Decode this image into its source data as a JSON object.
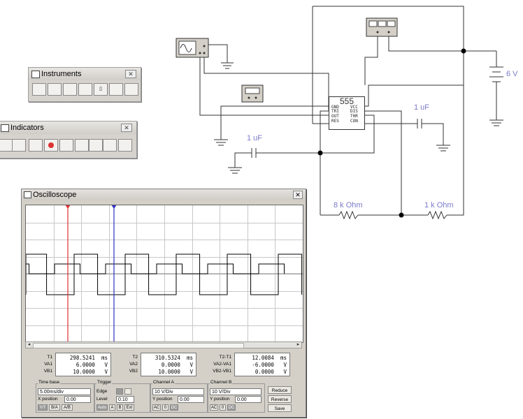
{
  "instruments_toolbar": {
    "title": "Instruments"
  },
  "indicators_toolbar": {
    "title": "Indicators"
  },
  "circuit": {
    "ic_label": "555",
    "ic_pins_left": [
      "GND",
      "TRI",
      "OUT",
      "RES"
    ],
    "ic_pins_right": [
      "VCC",
      "DIS",
      "THR",
      "CON"
    ],
    "battery_label": "6 V",
    "cap1_label": "1 uF",
    "cap2_label": "1 uF",
    "res1_label": "8 k Ohm",
    "res2_label": "1 k Ohm"
  },
  "oscilloscope": {
    "title": "Oscilloscope",
    "t1": {
      "label": "T1",
      "time": "298.5241  ms",
      "va_label": "VA1",
      "va": "6.0000   V",
      "vb_label": "VB1",
      "vb": "10.0000   V"
    },
    "t2": {
      "label": "T2",
      "time": "310.5324  ms",
      "va_label": "VA2",
      "va": "0.0000   V",
      "vb_label": "VB2",
      "vb": "10.0000   V"
    },
    "diff": {
      "label": "T2-T1",
      "time": "12.0084  ms",
      "va_label": "VA2-VA1",
      "va": "-6.0000   V",
      "vb_label": "VB2-VB1",
      "vb": "0.0000   V"
    },
    "time_base": {
      "title": "Time base",
      "value": "5.00ms/div",
      "xpos_label": "X position",
      "xpos": "0.00",
      "modes": [
        "Y/T",
        "B/A",
        "A/B"
      ]
    },
    "trigger": {
      "title": "Trigger",
      "edge_label": "Edge",
      "level_label": "Level",
      "level": "0.10",
      "sources": [
        "Auto",
        "A",
        "B",
        "Ext"
      ]
    },
    "channel_a": {
      "title": "Channel A",
      "value": "10 V/Div",
      "ypos_label": "Y position",
      "ypos": "0.00",
      "coupling": [
        "AC",
        "0",
        "DC"
      ]
    },
    "channel_b": {
      "title": "Channel B",
      "value": "10 V/Div",
      "ypos_label": "Y position",
      "ypos": "0.00",
      "coupling": [
        "AC",
        "0",
        "DC"
      ]
    },
    "buttons": {
      "reduce": "Reduce",
      "reverse": "Reverse",
      "save": "Save"
    }
  },
  "colors": {
    "cursor1": "#e03030",
    "cursor2": "#3030c0",
    "label": "#7a7ac8"
  }
}
